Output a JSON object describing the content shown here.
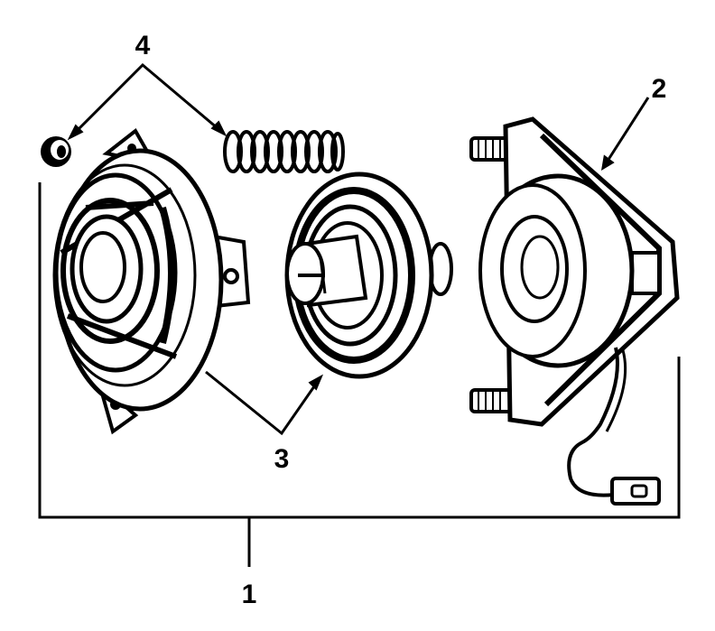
{
  "callouts": {
    "assembly": "1",
    "bracket": "2",
    "housings": "3",
    "ball_spring": "4"
  },
  "colors": {
    "ink": "#000000",
    "paper": "#ffffff"
  }
}
